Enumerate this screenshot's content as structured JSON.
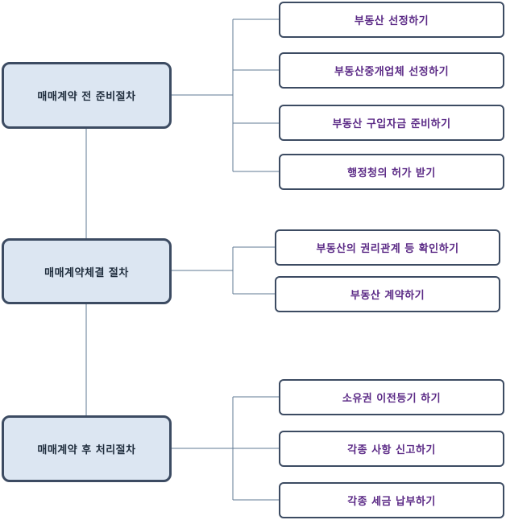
{
  "colors": {
    "stage_fill": "#dce6f2",
    "stage_border": "#3c4b62",
    "stage_text": "#1f2d3d",
    "step_fill": "#ffffff",
    "step_border": "#3c4b62",
    "step_text": "#5b2a86",
    "connector": "#5f7893"
  },
  "stages": [
    {
      "label": "매매계약 전 준비절차",
      "steps": [
        "부동산 선정하기",
        "부동산중개업체 선정하기",
        "부동산 구입자금 준비하기",
        "행정청의 허가 받기"
      ]
    },
    {
      "label": "매매계약체결 절차",
      "steps": [
        "부동산의 권리관계 등 확인하기",
        "부동산 계약하기"
      ]
    },
    {
      "label": "매매계약 후 처리절차",
      "steps": [
        "소유권 이전등기 하기",
        "각종 사항 신고하기",
        "각종 세금 납부하기"
      ]
    }
  ]
}
